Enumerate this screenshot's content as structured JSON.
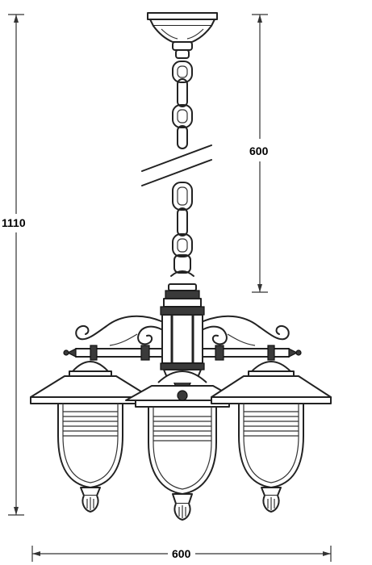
{
  "dimensions": {
    "chain_length": "600",
    "total_height": "1110",
    "total_width": "600"
  }
}
